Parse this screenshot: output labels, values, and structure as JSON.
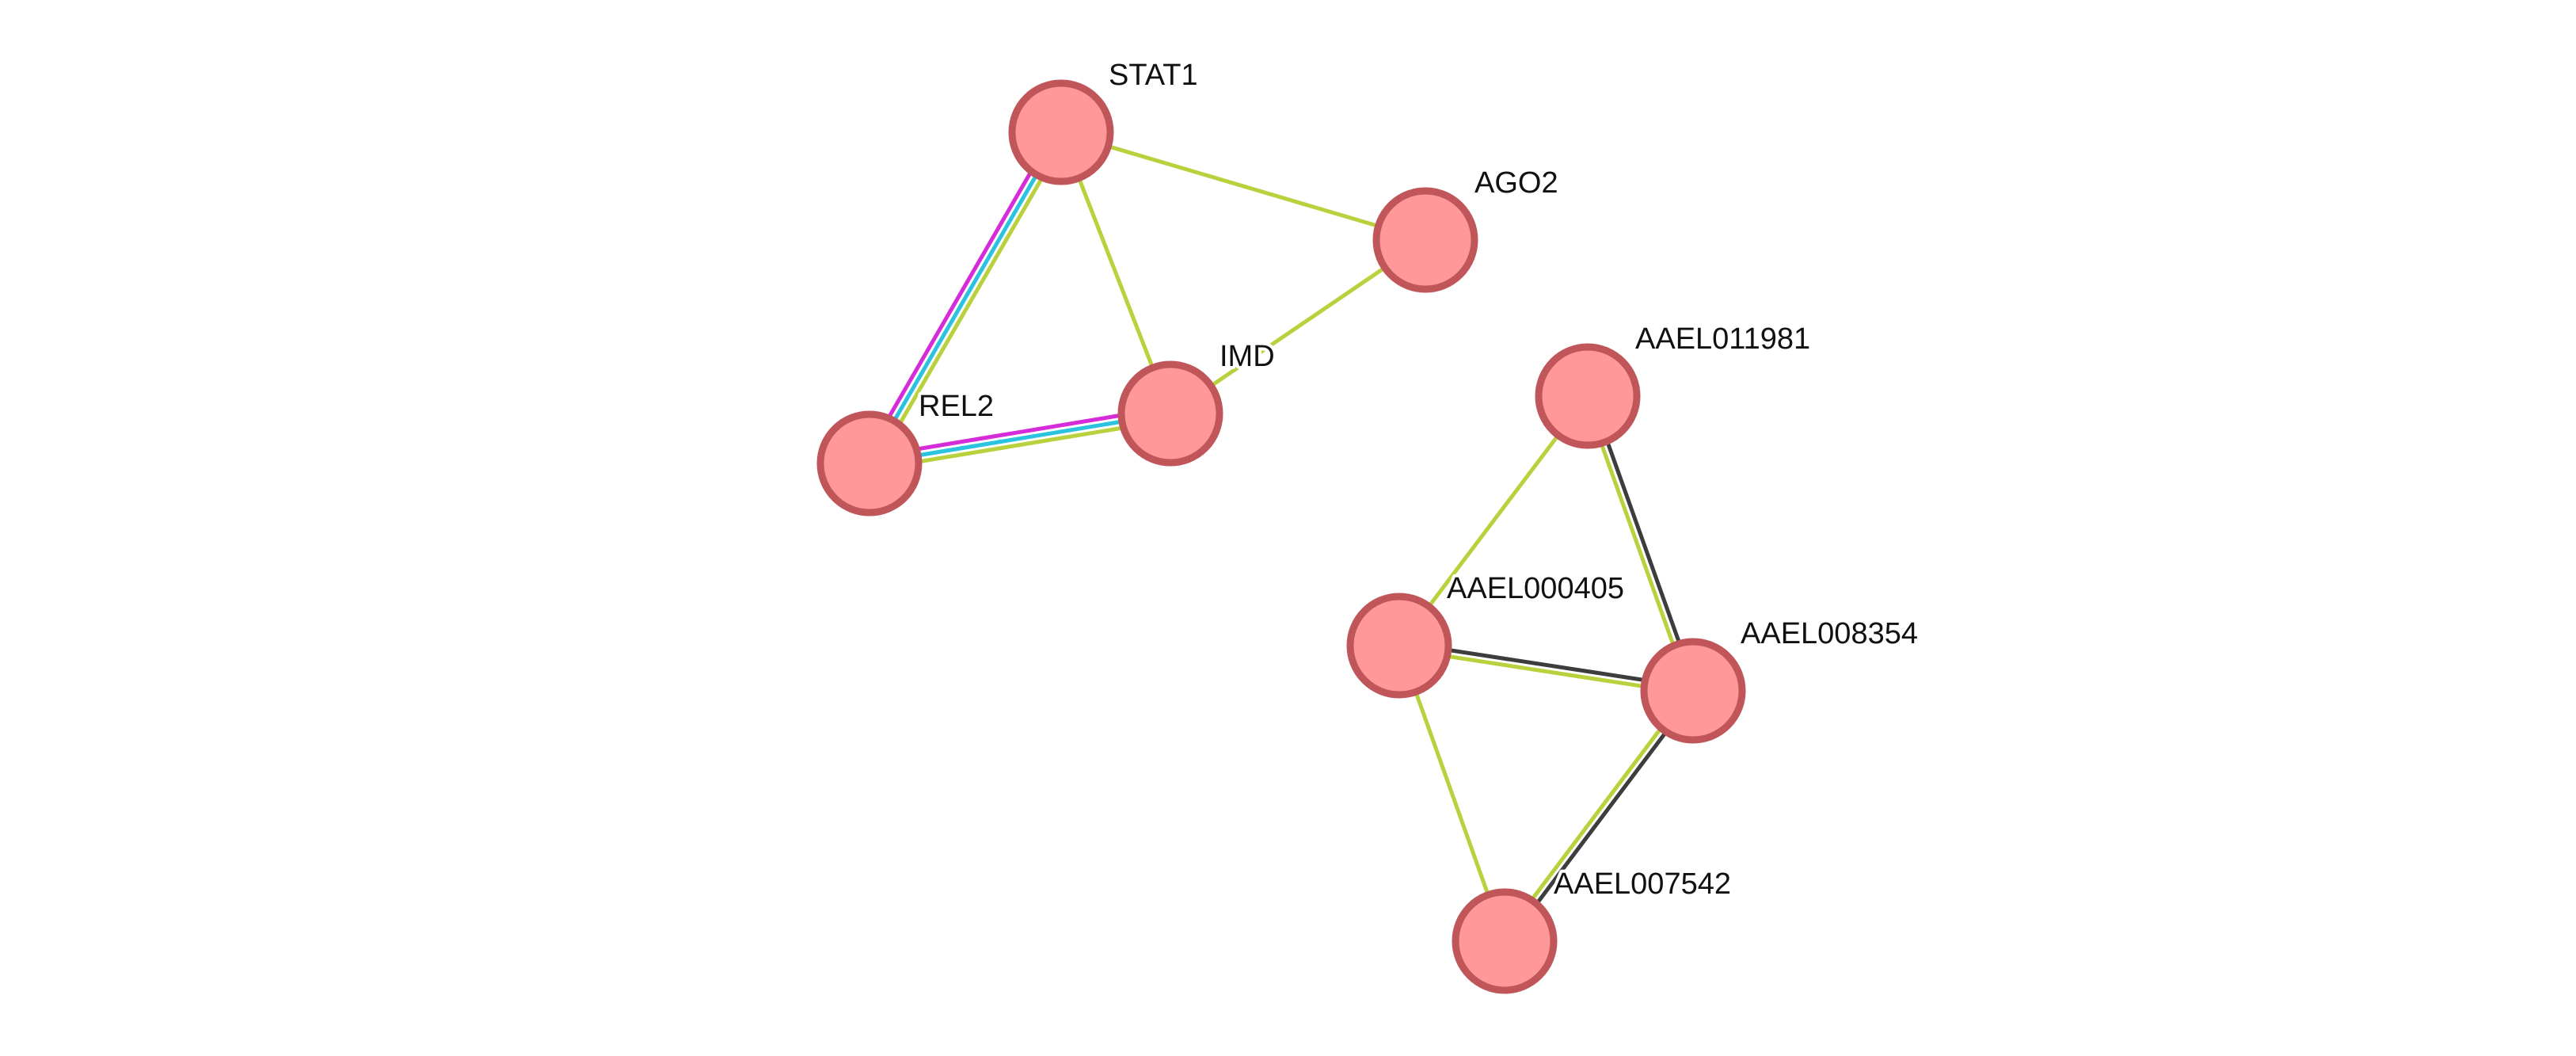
{
  "colors": {
    "node_fill": "#ff9999",
    "node_stroke": "#c0555a",
    "evidence_textmining": "#b9d13c",
    "evidence_database": "#29c3e0",
    "evidence_experimental": "#d62bd8",
    "evidence_coexpression": "#3d3d3d"
  },
  "nodes": [
    {
      "id": "STAT1",
      "label": "STAT1"
    },
    {
      "id": "AGO2",
      "label": "AGO2"
    },
    {
      "id": "IMD",
      "label": "IMD"
    },
    {
      "id": "REL2",
      "label": "REL2"
    },
    {
      "id": "AAEL011981",
      "label": "AAEL011981"
    },
    {
      "id": "AAEL000405",
      "label": "AAEL000405"
    },
    {
      "id": "AAEL008354",
      "label": "AAEL008354"
    },
    {
      "id": "AAEL007542",
      "label": "AAEL007542"
    }
  ],
  "edges": [
    {
      "source": "STAT1",
      "target": "AGO2",
      "evidence": [
        "textmining"
      ]
    },
    {
      "source": "STAT1",
      "target": "IMD",
      "evidence": [
        "textmining"
      ]
    },
    {
      "source": "STAT1",
      "target": "REL2",
      "evidence": [
        "textmining",
        "database",
        "experimental"
      ]
    },
    {
      "source": "AGO2",
      "target": "IMD",
      "evidence": [
        "textmining"
      ]
    },
    {
      "source": "IMD",
      "target": "REL2",
      "evidence": [
        "textmining",
        "database",
        "experimental"
      ]
    },
    {
      "source": "AAEL011981",
      "target": "AAEL000405",
      "evidence": [
        "textmining"
      ]
    },
    {
      "source": "AAEL011981",
      "target": "AAEL008354",
      "evidence": [
        "coexpression",
        "textmining"
      ]
    },
    {
      "source": "AAEL000405",
      "target": "AAEL008354",
      "evidence": [
        "coexpression",
        "textmining"
      ]
    },
    {
      "source": "AAEL000405",
      "target": "AAEL007542",
      "evidence": [
        "textmining"
      ]
    },
    {
      "source": "AAEL008354",
      "target": "AAEL007542",
      "evidence": [
        "coexpression",
        "textmining"
      ]
    }
  ]
}
